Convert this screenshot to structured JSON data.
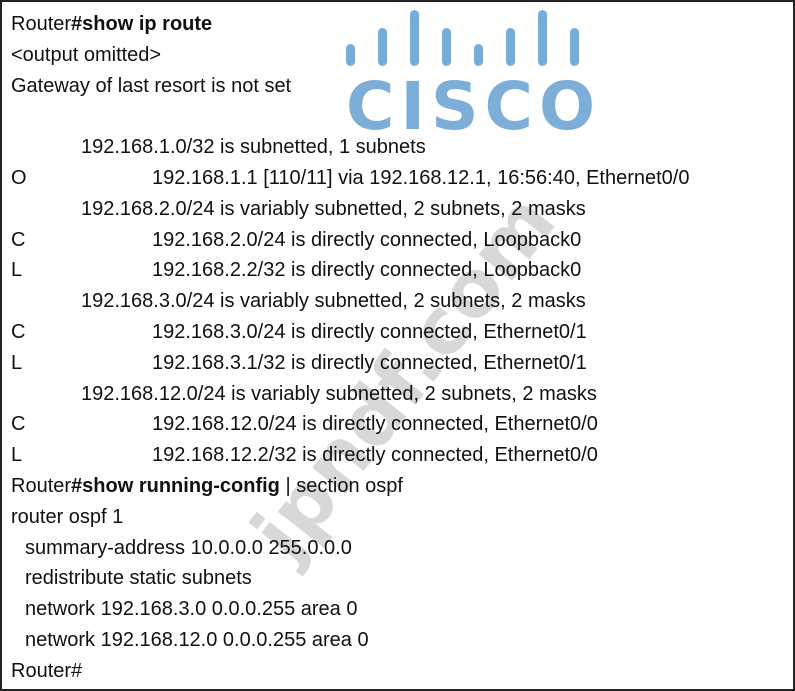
{
  "terminal": {
    "cmd1_prompt": "Router",
    "cmd1_command": "#show ip route",
    "output_omitted": "<output omitted>",
    "gateway_line": "Gateway of last resort is not set",
    "routes": [
      {
        "type": "subnet",
        "text": "192.168.1.0/32 is subnetted, 1 subnets"
      },
      {
        "type": "route",
        "code": "O",
        "text": "192.168.1.1 [110/11] via 192.168.12.1, 16:56:40, Ethernet0/0"
      },
      {
        "type": "subnet",
        "text": "192.168.2.0/24 is variably subnetted, 2 subnets, 2 masks"
      },
      {
        "type": "route",
        "code": "C",
        "text": "192.168.2.0/24 is directly connected, Loopback0"
      },
      {
        "type": "route",
        "code": "L",
        "text": "192.168.2.2/32 is directly connected, Loopback0"
      },
      {
        "type": "subnet",
        "text": "192.168.3.0/24 is variably subnetted, 2 subnets, 2 masks"
      },
      {
        "type": "route",
        "code": "C",
        "text": "192.168.3.0/24 is directly connected, Ethernet0/1"
      },
      {
        "type": "route",
        "code": "L",
        "text": "192.168.3.1/32 is directly connected, Ethernet0/1"
      },
      {
        "type": "subnet",
        "text": "192.168.12.0/24 is variably subnetted, 2 subnets, 2 masks"
      },
      {
        "type": "route",
        "code": "C",
        "text": "192.168.12.0/24 is directly connected, Ethernet0/0"
      },
      {
        "type": "route",
        "code": "L",
        "text": "192.168.12.2/32 is directly connected, Ethernet0/0"
      }
    ],
    "cmd2_prompt": "Router",
    "cmd2_command": "#show running-config",
    "cmd2_rest": " | section ospf",
    "config_header": "router ospf 1",
    "config_lines": [
      "summary-address 10.0.0.0 255.0.0.0",
      "redistribute static subnets",
      "network 192.168.3.0 0.0.0.255 area 0",
      "network 192.168.12.0 0.0.0.255 area 0"
    ],
    "final_prompt": "Router#"
  },
  "logo": {
    "word": "CISCO",
    "color": "#4a90c8"
  },
  "watermark": {
    "text": "jpndf.com"
  }
}
